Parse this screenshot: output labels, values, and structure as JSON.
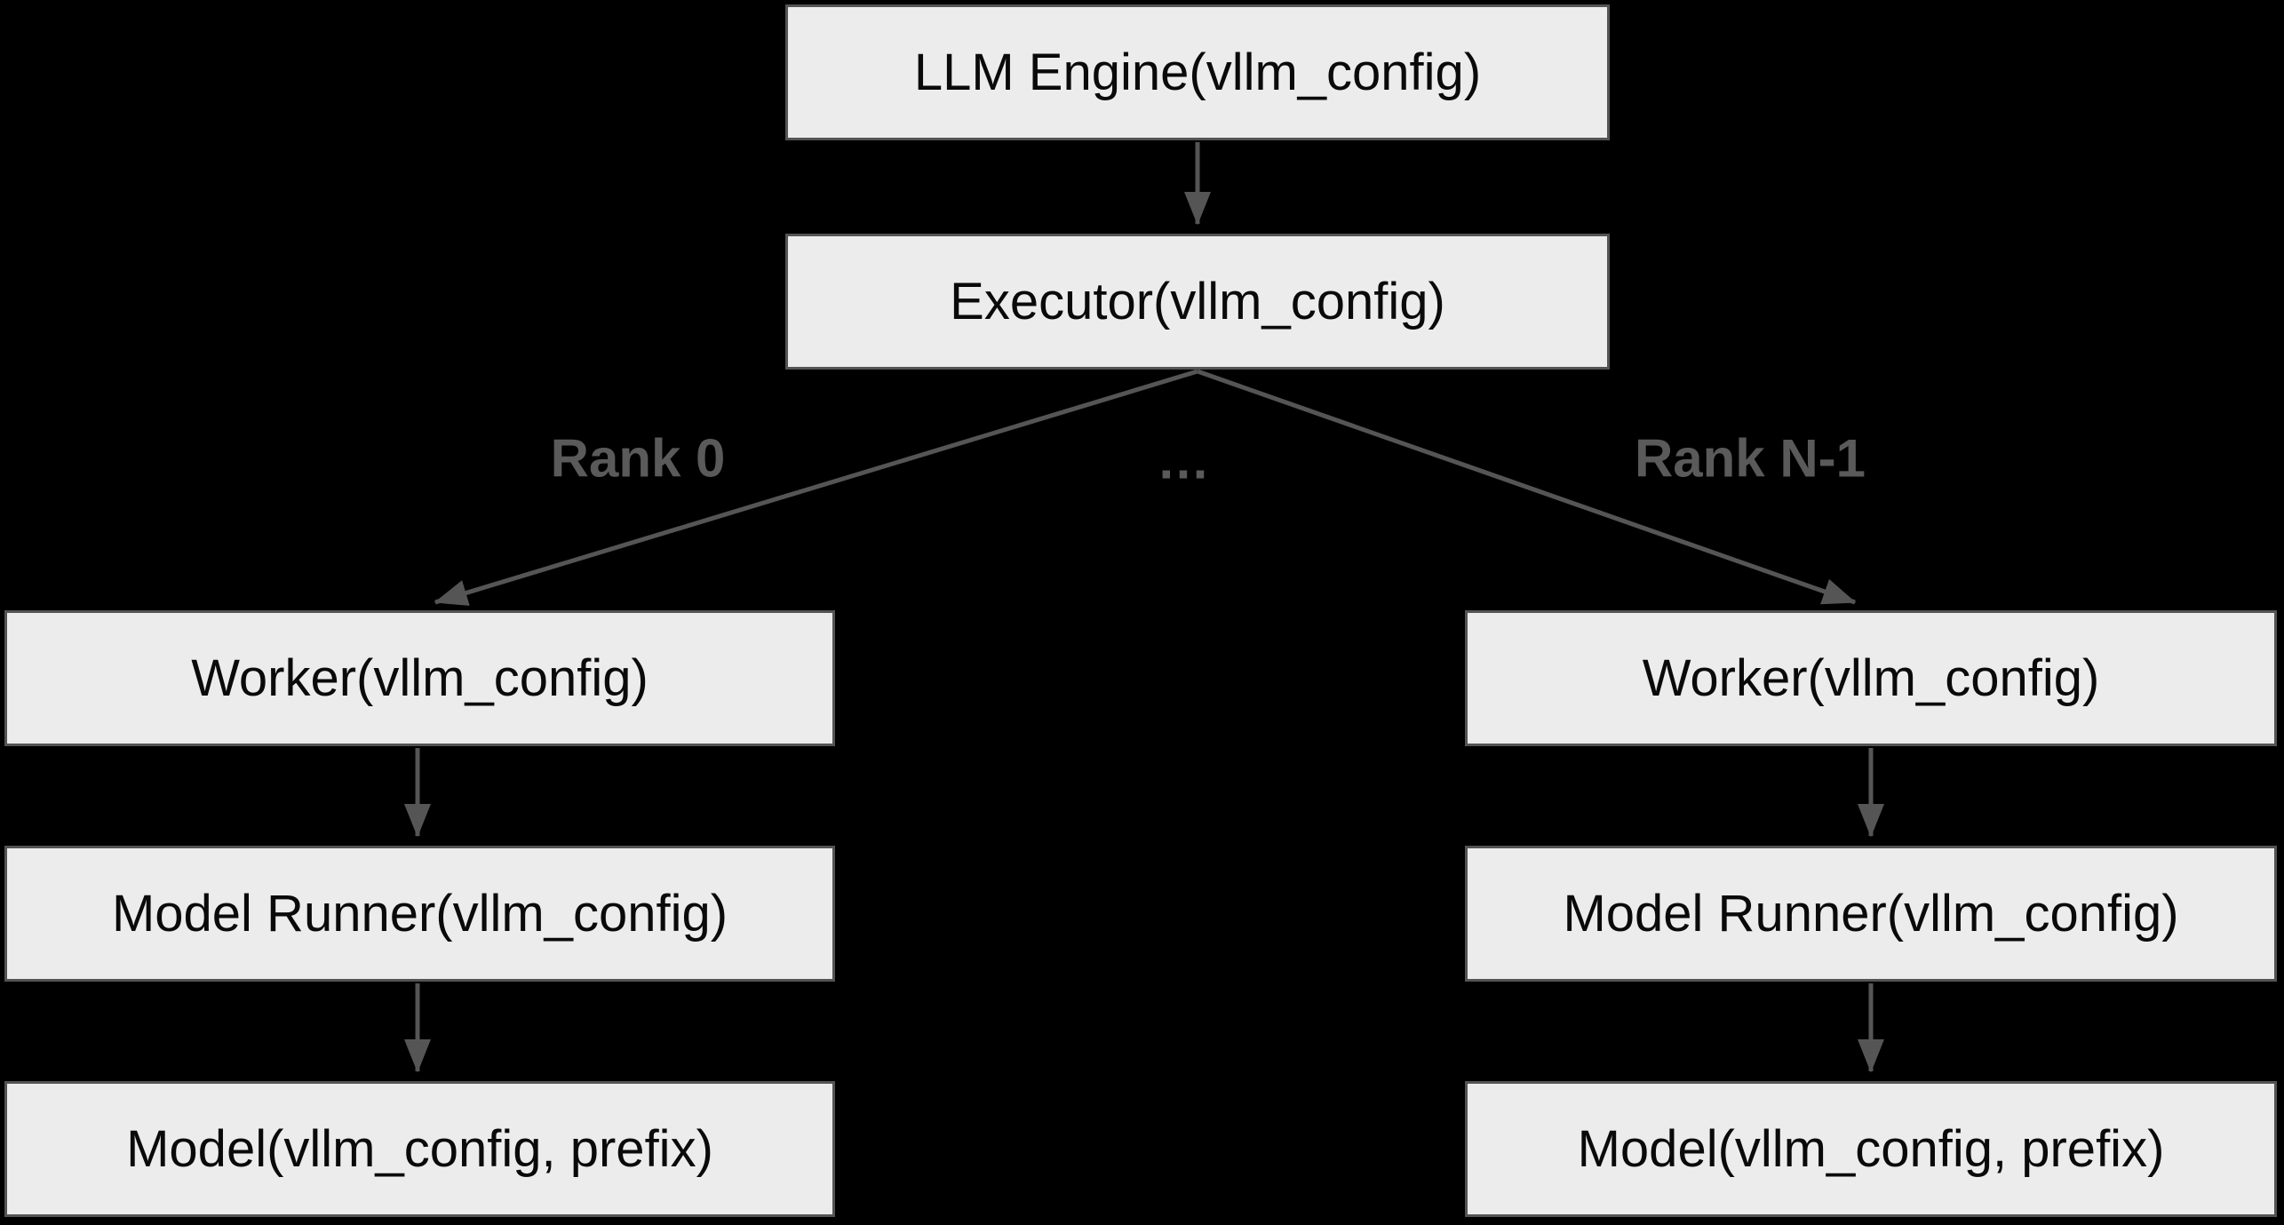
{
  "colors": {
    "background": "#000000",
    "node_fill": "#ececec",
    "node_border": "#545454",
    "node_text": "#0a0a0a",
    "arrow": "#555555",
    "edge_label": "#5a5a5a"
  },
  "nodes": {
    "llm_engine": {
      "label": "LLM Engine(vllm_config)"
    },
    "executor": {
      "label": "Executor(vllm_config)"
    },
    "worker_rank0": {
      "label": "Worker(vllm_config)"
    },
    "model_runner_rank0": {
      "label": "Model Runner(vllm_config)"
    },
    "model_rank0": {
      "label": "Model(vllm_config, prefix)"
    },
    "worker_rankn": {
      "label": "Worker(vllm_config)"
    },
    "model_runner_rankn": {
      "label": "Model Runner(vllm_config)"
    },
    "model_rankn": {
      "label": "Model(vllm_config, prefix)"
    }
  },
  "edge_labels": {
    "rank0": "Rank 0",
    "ellipsis": "…",
    "rankn": "Rank N-1"
  }
}
